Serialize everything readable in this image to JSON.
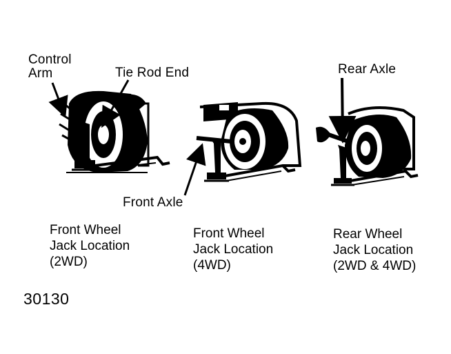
{
  "labels": {
    "control_arm_line1": "Control",
    "control_arm_line2": "Arm",
    "tie_rod_end": "Tie Rod End",
    "rear_axle": "Rear Axle",
    "front_axle": "Front Axle"
  },
  "captions": {
    "front_2wd": [
      "Front Wheel",
      "Jack Location",
      "(2WD)"
    ],
    "front_4wd": [
      "Front Wheel",
      "Jack Location",
      "(4WD)"
    ],
    "rear": [
      "Rear Wheel",
      "Jack Location",
      "(2WD & 4WD)"
    ]
  },
  "figure_number": "30130"
}
